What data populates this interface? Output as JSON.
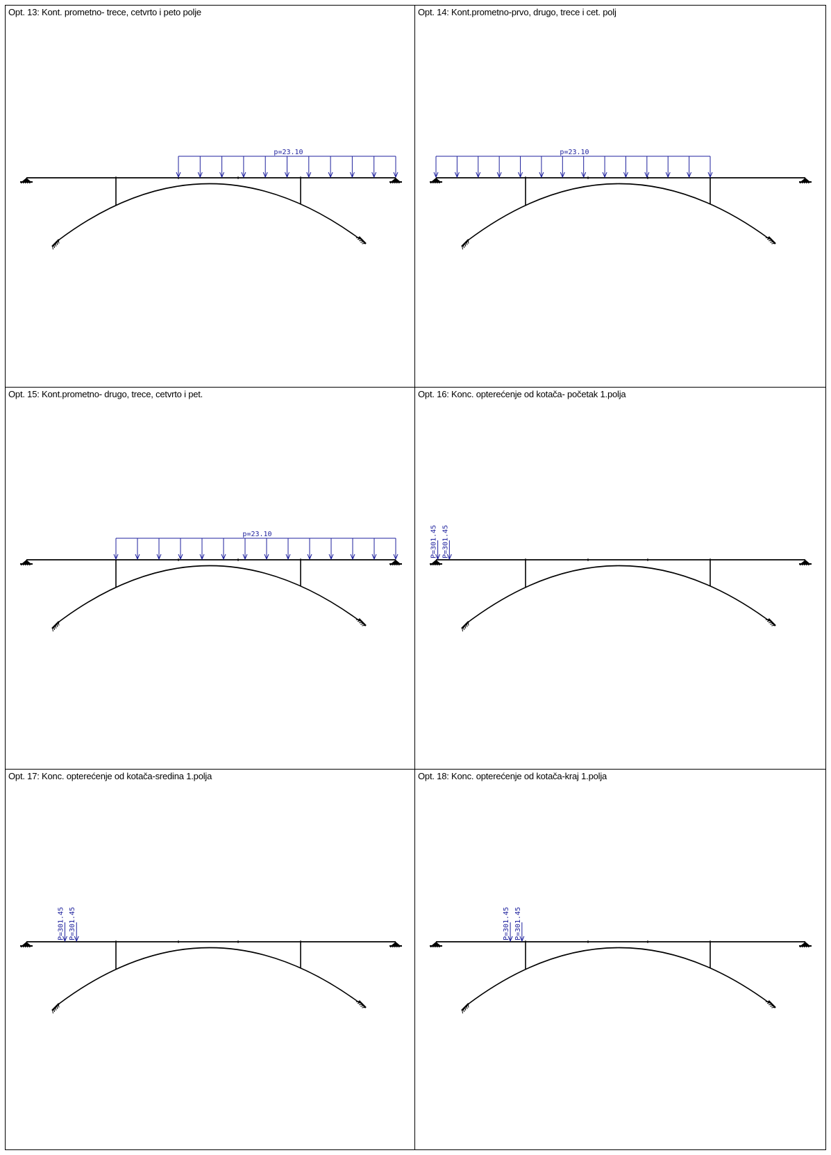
{
  "colors": {
    "structure": "#000000",
    "load": "#1c1f9c",
    "border": "#000000"
  },
  "panels": [
    {
      "id": "13",
      "title": "Opt. 13: Kont. prometno- trece, cetvrto i peto polje",
      "load": {
        "type": "distributed",
        "label": "p=23.10",
        "from_node": 2,
        "to_node": 5
      }
    },
    {
      "id": "14",
      "title": "Opt. 14: Kont.prometno-prvo, drugo, trece i cet. polj",
      "load": {
        "type": "distributed",
        "label": "p=23.10",
        "from_node": 0,
        "to_node": 4
      }
    },
    {
      "id": "15",
      "title": "Opt. 15: Kont.prometno- drugo, trece, cetvrto i pet.",
      "load": {
        "type": "distributed",
        "label": "p=23.10",
        "from_node": 1,
        "to_node": 5
      }
    },
    {
      "id": "16",
      "title": "Opt. 16: Konc. opterećenje od kotača- početak 1.polja",
      "load": {
        "type": "concentrated",
        "labels": [
          "P=301.45",
          "P=301.45"
        ],
        "fractions": [
          0.02,
          0.15
        ]
      }
    },
    {
      "id": "17",
      "title": "Opt. 17: Konc. opterećenje od kotača-sredina 1.polja",
      "load": {
        "type": "concentrated",
        "labels": [
          "P=301.45",
          "P=301.45"
        ],
        "fractions": [
          0.43,
          0.56
        ]
      }
    },
    {
      "id": "18",
      "title": "Opt. 18: Konc. opterećenje od kotača-kraj 1.polja",
      "load": {
        "type": "concentrated",
        "labels": [
          "P=301.45",
          "P=301.45"
        ],
        "fractions": [
          0.83,
          0.96
        ]
      }
    }
  ]
}
